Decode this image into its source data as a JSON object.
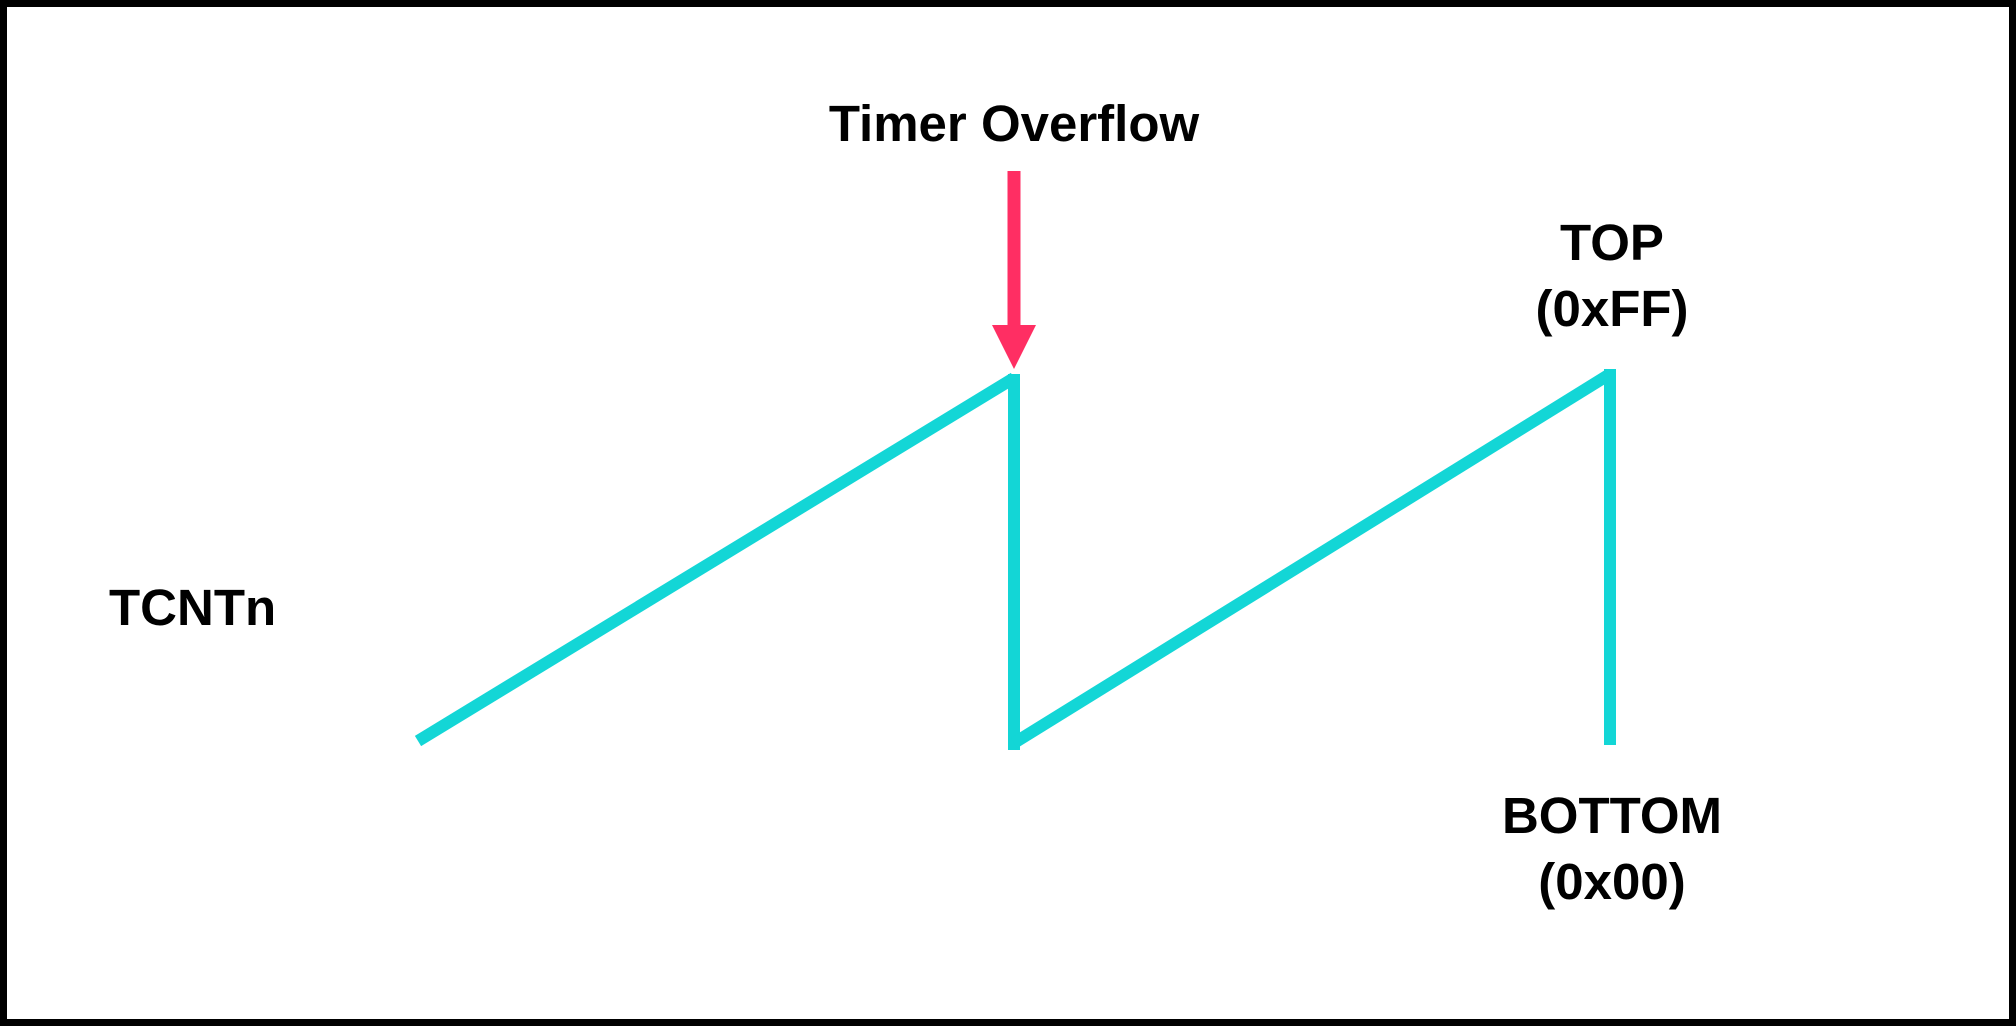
{
  "diagram": {
    "overflow_label": "Timer Overflow",
    "register_label": "TCNTn",
    "top_label": "TOP",
    "top_value": "(0xFF)",
    "bottom_label": "BOTTOM",
    "bottom_value": "(0x00)"
  },
  "colors": {
    "waveform": "#13d6d6",
    "overflow_arrow": "#ff2e63",
    "frame": "#000000",
    "text": "#000000",
    "background": "#ffffff"
  }
}
